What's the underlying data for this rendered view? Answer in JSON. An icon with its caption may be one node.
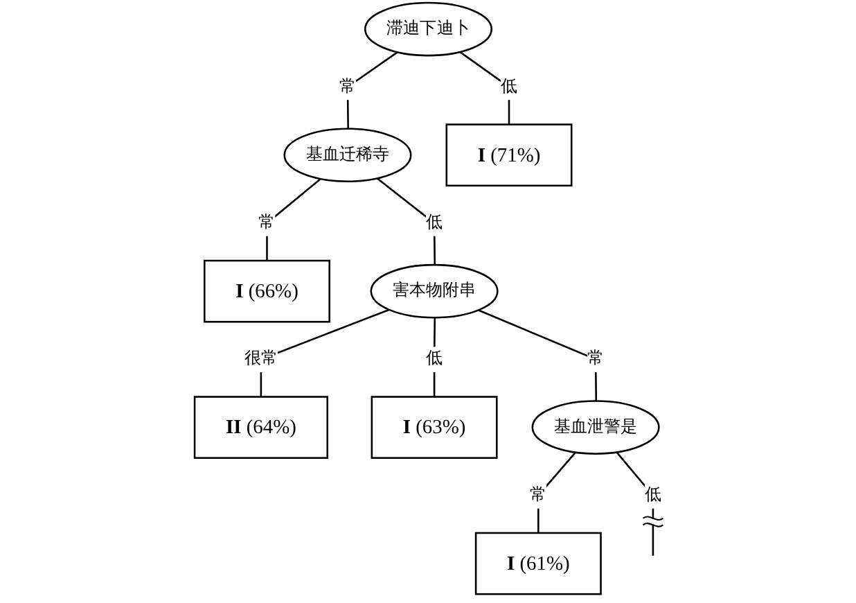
{
  "diagram": {
    "nodes": [
      {
        "text": [
          "滞迪下迪卜"
        ]
      },
      {
        "text": [
          "基血迁稀寺"
        ]
      },
      {
        "text": [
          "**I** (71%)"
        ]
      },
      {
        "text": [
          "**I** (66%)"
        ]
      },
      {
        "text": [
          "害本物附串"
        ]
      },
      {
        "text": [
          "**II** (64%)"
        ]
      },
      {
        "text": [
          "**I** (63%)"
        ]
      },
      {
        "text": [
          "基血泄警是"
        ]
      },
      {
        "text": [
          "**I** (61%)"
        ]
      }
    ],
    "edges": [
      {
        "from": 0,
        "to": 1,
        "arrow": "none",
        "label": "常"
      },
      {
        "from": 0,
        "to": 2,
        "arrow": "none",
        "label": "低"
      },
      {
        "from": 1,
        "to": 3,
        "arrow": "none",
        "label": "常"
      },
      {
        "from": 1,
        "to": 4,
        "arrow": "none",
        "label": "低"
      },
      {
        "from": 4,
        "to": 5,
        "arrow": "none",
        "label": "很常"
      },
      {
        "from": 4,
        "to": 7,
        "arrow": "none",
        "label": "常"
      },
      {
        "from": 4,
        "to": 6,
        "arrow": "none",
        "label": "低"
      },
      {
        "from": 7,
        "to": 8,
        "arrow": "none",
        "label": "常"
      },
      {
        "from": 7,
        "to": null,
        "arrow": "none",
        "label": "低"
      }
    ]
  }
}
